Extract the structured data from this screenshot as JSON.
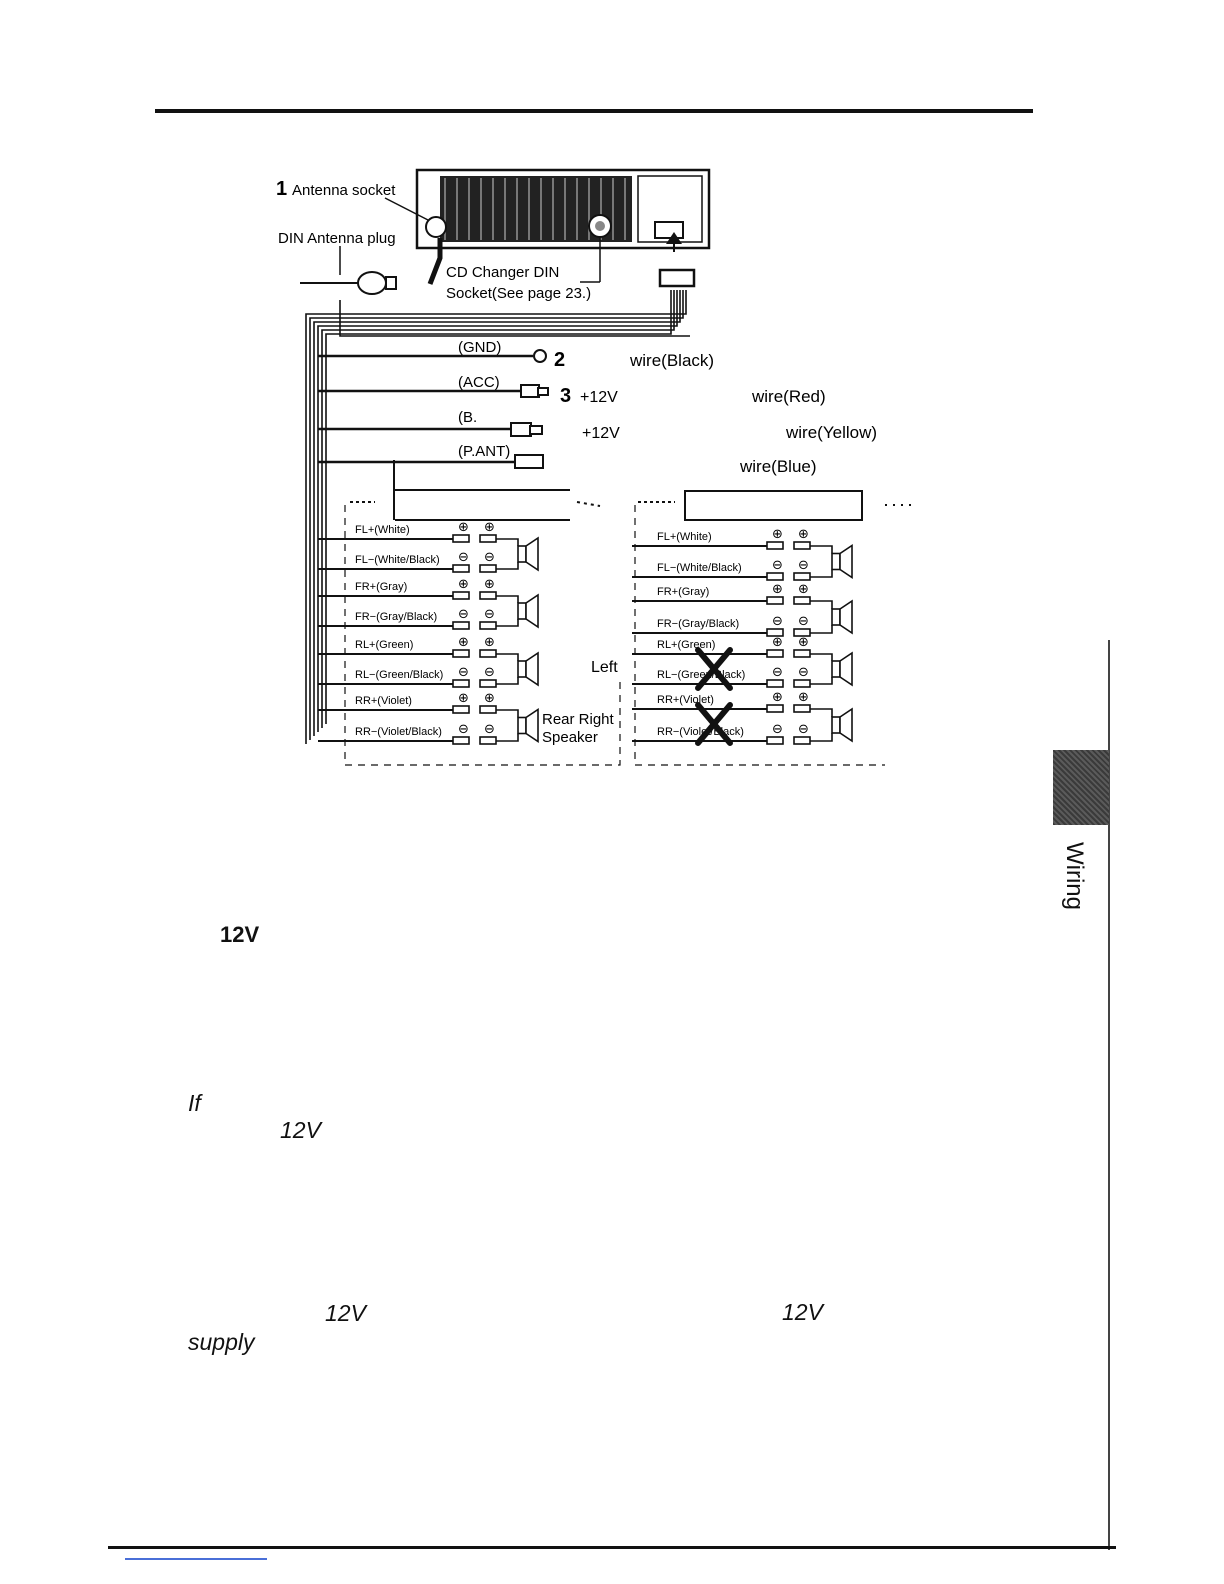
{
  "diagram": {
    "unit_labels": {
      "antenna_number": "1",
      "antenna_socket": "Antenna socket",
      "din_antenna_plug": "DIN Antenna plug",
      "cd_changer_line1": "CD Changer DIN",
      "cd_changer_line2": "Socket(See page 23.)"
    },
    "power_wires": {
      "gnd_tag": "(GND)",
      "gnd_number": "2",
      "gnd_wire": "wire(Black)",
      "acc_tag": "(ACC)",
      "acc_number": "3",
      "acc_voltage": "+12V",
      "acc_wire": "wire(Red)",
      "batt_tag": "(B.",
      "batt_voltage": "+12V",
      "batt_wire": "wire(Yellow)",
      "pant_tag": "(P.ANT)",
      "pant_wire": "wire(Blue)"
    },
    "speaker_wires_left": [
      "FL+(White)",
      "FL−(White/Black)",
      "FR+(Gray)",
      "FR−(Gray/Black)",
      "RL+(Green)",
      "RL−(Green/Black)",
      "RR+(Violet)",
      "RR−(Violet/Black)"
    ],
    "speaker_wires_right": [
      "FL+(White)",
      "FL−(White/Black)",
      "FR+(Gray)",
      "FR−(Gray/Black)",
      "RL+(Green)",
      "RL−(Green/Black)",
      "RR+(Violet)",
      "RR−(Violet/Black)"
    ],
    "speaker_labels": {
      "left": "Left",
      "rear_right_line1": "Rear Right",
      "rear_right_line2": "Speaker"
    }
  },
  "text_fragments": {
    "v12_bold": "12V",
    "if_word": "If",
    "v12_a": "12V",
    "v12_b": "12V",
    "v12_c": "12V",
    "supply_word": "supply"
  },
  "side_tab": {
    "label": "Wiring"
  }
}
